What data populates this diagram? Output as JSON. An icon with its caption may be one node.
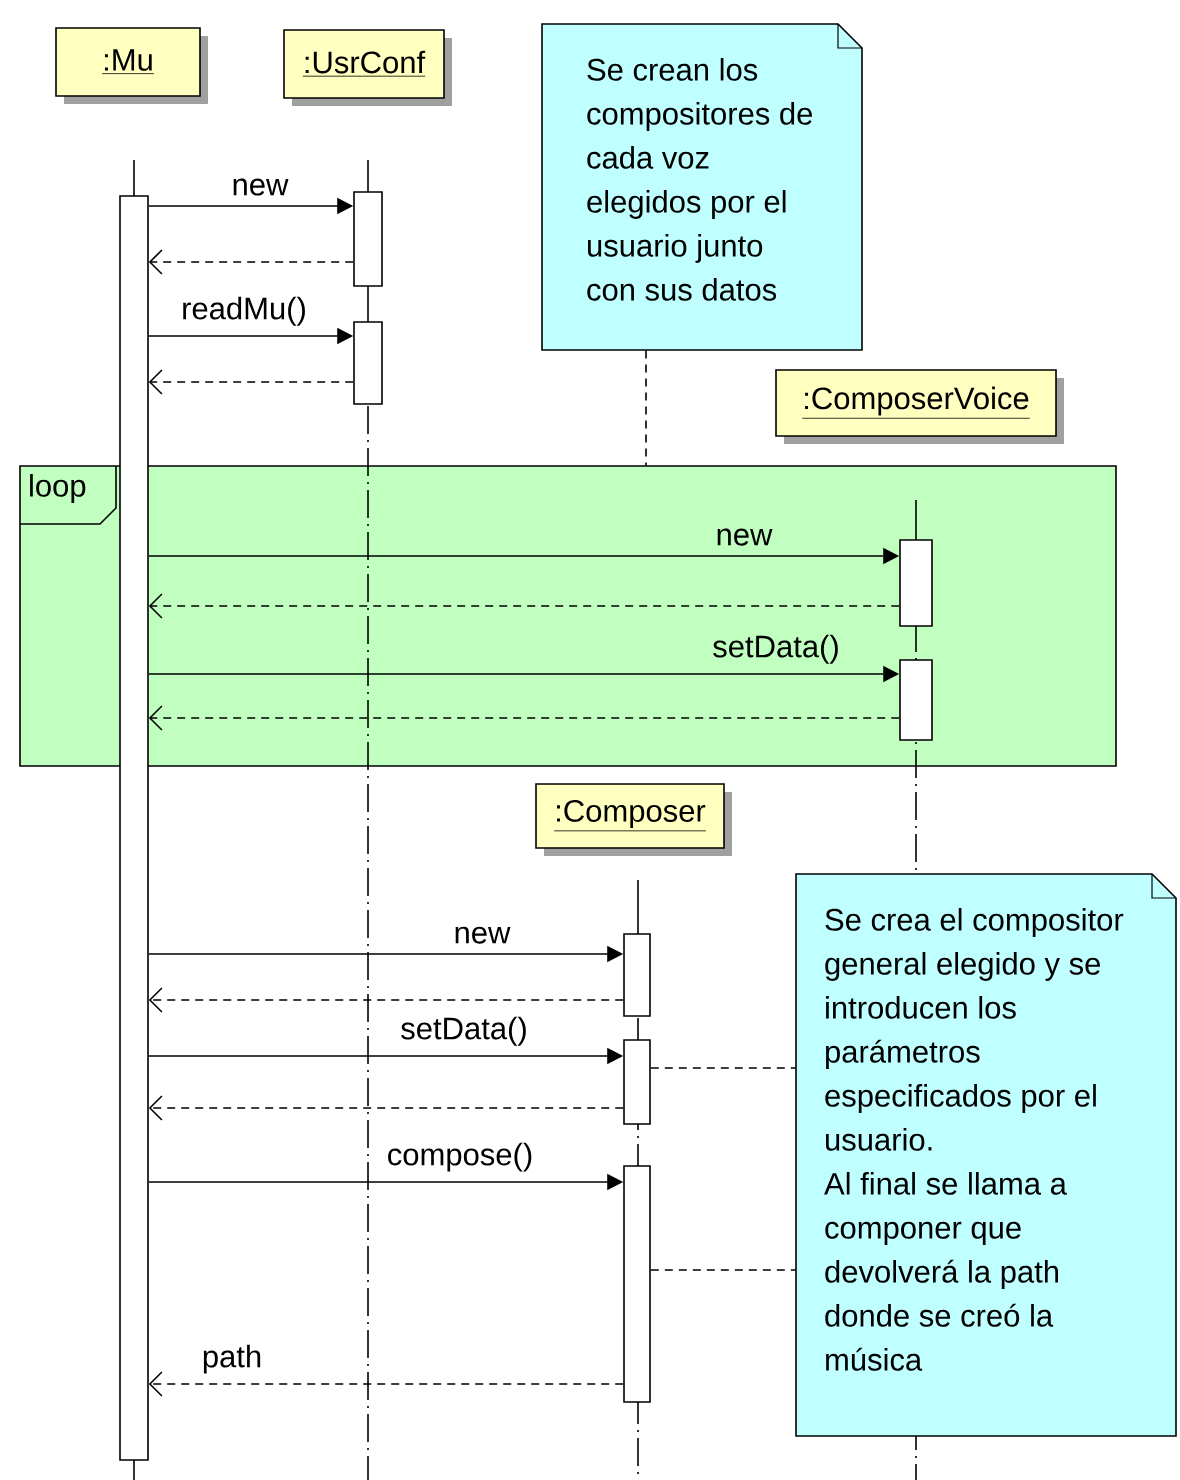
{
  "diagram": {
    "nodes": [
      {
        "text": [
          ":Mu"
        ]
      },
      {
        "text": [
          ":UsrConf"
        ]
      },
      {
        "text": [
          "Se crean los compositores de cada voz elegidos por el usuario junto con sus datos"
        ]
      },
      {
        "text": [
          ":ComposerVoice"
        ]
      },
      {
        "text": [
          "loop"
        ]
      },
      {
        "text": [
          ":Composer"
        ]
      },
      {
        "text": [
          "Se crea el compositor general elegido y se introducen los parámetros especificados por el usuario.",
          "Al final se llama a componer que devolverá la path donde se creó la música"
        ]
      },
      {
        "text": [],
        "shape": "bar"
      },
      {
        "text": [],
        "shape": "bar"
      },
      {
        "text": [],
        "shape": "bar"
      },
      {
        "text": [],
        "shape": "bar",
        "in": 4
      },
      {
        "text": [],
        "shape": "bar",
        "in": 4
      },
      {
        "text": [],
        "shape": "bar"
      },
      {
        "text": [],
        "shape": "bar"
      },
      {
        "text": [],
        "shape": "bar"
      }
    ],
    "edges": [
      {
        "from": 7,
        "to": 8,
        "arrow": "to",
        "label": "new"
      },
      {
        "from": 8,
        "to": 7,
        "arrow": "to",
        "style": "dashed"
      },
      {
        "from": 7,
        "to": 9,
        "arrow": "to",
        "label": "readMu()"
      },
      {
        "from": 9,
        "to": 7,
        "arrow": "to",
        "style": "dashed"
      },
      {
        "from": 7,
        "to": 10,
        "arrow": "to",
        "label": "new"
      },
      {
        "from": 10,
        "to": 7,
        "arrow": "to",
        "style": "dashed"
      },
      {
        "from": 7,
        "to": 11,
        "arrow": "to",
        "label": "setData()"
      },
      {
        "from": 11,
        "to": 7,
        "arrow": "to",
        "style": "dashed"
      },
      {
        "from": 7,
        "to": 12,
        "arrow": "to",
        "label": "new"
      },
      {
        "from": 12,
        "to": 7,
        "arrow": "to",
        "style": "dashed"
      },
      {
        "from": 7,
        "to": 13,
        "arrow": "to",
        "label": "setData()"
      },
      {
        "from": 13,
        "to": 7,
        "arrow": "to",
        "style": "dashed"
      },
      {
        "from": 7,
        "to": 14,
        "arrow": "to",
        "label": "compose()"
      },
      {
        "from": 14,
        "to": 7,
        "arrow": "to",
        "style": "dashed",
        "label": "path"
      },
      {
        "from": 2,
        "to": 4,
        "arrow": "none",
        "style": "dashed"
      },
      {
        "from": 13,
        "to": 6,
        "arrow": "none",
        "style": "dashed"
      },
      {
        "from": 14,
        "to": 6,
        "arrow": "none",
        "style": "dashed"
      }
    ]
  }
}
